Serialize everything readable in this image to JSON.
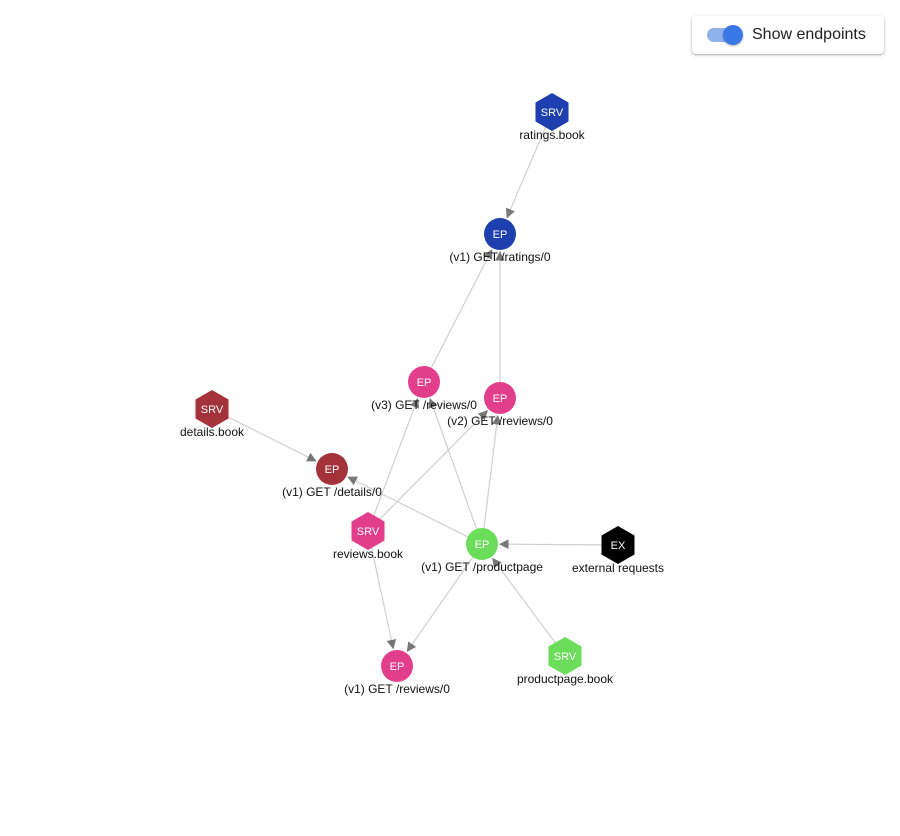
{
  "toggle": {
    "label": "Show endpoints",
    "checked": true
  },
  "colors": {
    "ratings": "#1e3fae",
    "details": "#a3323a",
    "reviews": "#e33e8c",
    "productpage": "#6bdd5a",
    "external": "#000000",
    "edge": "#cfcfcf",
    "arrow": "#777777",
    "toggle_accent": "#3b78e7"
  },
  "nodes": [
    {
      "id": "srv-ratings",
      "kind": "SRV",
      "shape": "hexagon",
      "label": "ratings.book",
      "color": "ratings"
    },
    {
      "id": "ep-ratings",
      "kind": "EP",
      "shape": "circle",
      "label": "(v1) GET /ratings/0",
      "color": "ratings"
    },
    {
      "id": "ep-reviews-v3",
      "kind": "EP",
      "shape": "circle",
      "label": "(v3) GET /reviews/0",
      "color": "reviews"
    },
    {
      "id": "ep-reviews-v2",
      "kind": "EP",
      "shape": "circle",
      "label": "(v2) GET /reviews/0",
      "color": "reviews"
    },
    {
      "id": "srv-details",
      "kind": "SRV",
      "shape": "hexagon",
      "label": "details.book",
      "color": "details"
    },
    {
      "id": "ep-details",
      "kind": "EP",
      "shape": "circle",
      "label": "(v1) GET /details/0",
      "color": "details"
    },
    {
      "id": "srv-reviews",
      "kind": "SRV",
      "shape": "hexagon",
      "label": "reviews.book",
      "color": "reviews"
    },
    {
      "id": "ep-productpage",
      "kind": "EP",
      "shape": "circle",
      "label": "(v1) GET /productpage",
      "color": "productpage"
    },
    {
      "id": "ex-external",
      "kind": "EX",
      "shape": "hexagon",
      "label": "external requests",
      "color": "external"
    },
    {
      "id": "ep-reviews-v1",
      "kind": "EP",
      "shape": "circle",
      "label": "(v1) GET /reviews/0",
      "color": "reviews"
    },
    {
      "id": "srv-productpage",
      "kind": "SRV",
      "shape": "hexagon",
      "label": "productpage.book",
      "color": "productpage"
    }
  ],
  "edges": [
    {
      "from": "srv-ratings",
      "to": "ep-ratings",
      "arrow": true
    },
    {
      "from": "ep-reviews-v3",
      "to": "ep-ratings",
      "arrow": true
    },
    {
      "from": "ep-reviews-v2",
      "to": "ep-ratings",
      "arrow": true
    },
    {
      "from": "srv-details",
      "to": "ep-details",
      "arrow": true
    },
    {
      "from": "ep-productpage",
      "to": "ep-details",
      "arrow": true
    },
    {
      "from": "srv-reviews",
      "to": "ep-reviews-v3",
      "arrow": true
    },
    {
      "from": "srv-reviews",
      "to": "ep-reviews-v2",
      "arrow": true
    },
    {
      "from": "ep-productpage",
      "to": "ep-reviews-v3",
      "arrow": true
    },
    {
      "from": "ep-productpage",
      "to": "ep-reviews-v2",
      "arrow": true
    },
    {
      "from": "srv-reviews",
      "to": "ep-reviews-v1",
      "arrow": true
    },
    {
      "from": "ep-productpage",
      "to": "ep-reviews-v1",
      "arrow": true
    },
    {
      "from": "ex-external",
      "to": "ep-productpage",
      "arrow": true
    },
    {
      "from": "srv-productpage",
      "to": "ep-productpage",
      "arrow": true
    }
  ]
}
